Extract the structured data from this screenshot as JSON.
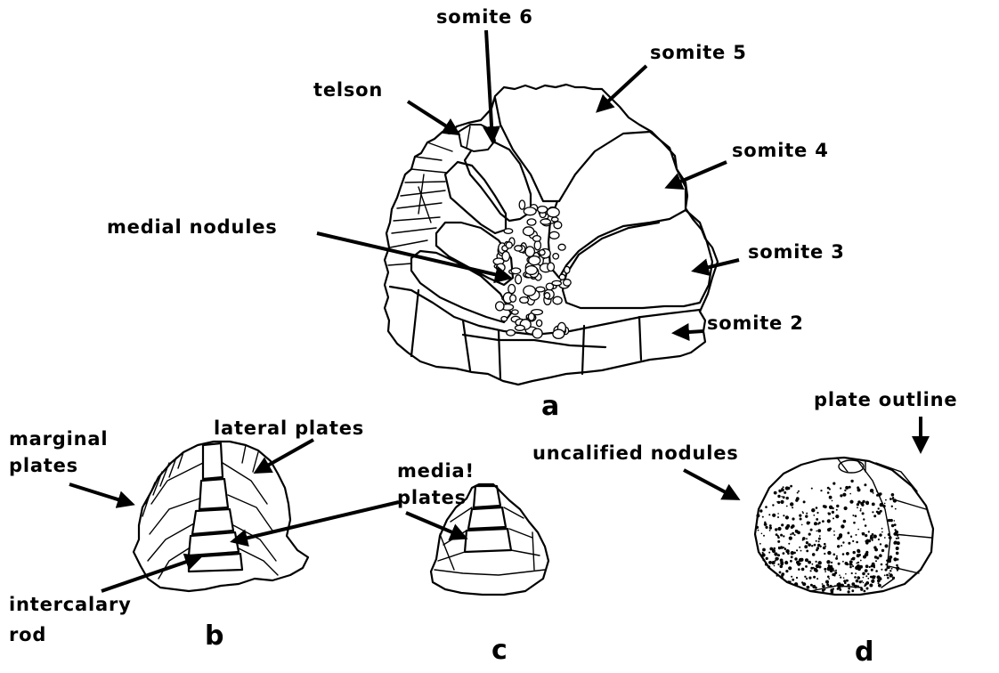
{
  "labels": {
    "somite6": "somite 6",
    "somite5": "somite 5",
    "telson": "telson",
    "somite4": "somite 4",
    "medial_nodules": "medial nodules",
    "somite3": "somite 3",
    "somite2": "somite 2",
    "panel_a": "a",
    "marginal_line1": "marginal",
    "marginal_line2": "plates",
    "lateral_plates": "lateral plates",
    "medial_line1": "media!",
    "medial_line2": "plates",
    "intercalary_line1": "intercalary",
    "intercalary_line2": "rod",
    "panel_b": "b",
    "panel_c": "c",
    "uncalified_nodules": "uncalified nodules",
    "plate_outline": "plate outline",
    "panel_d": "d"
  }
}
